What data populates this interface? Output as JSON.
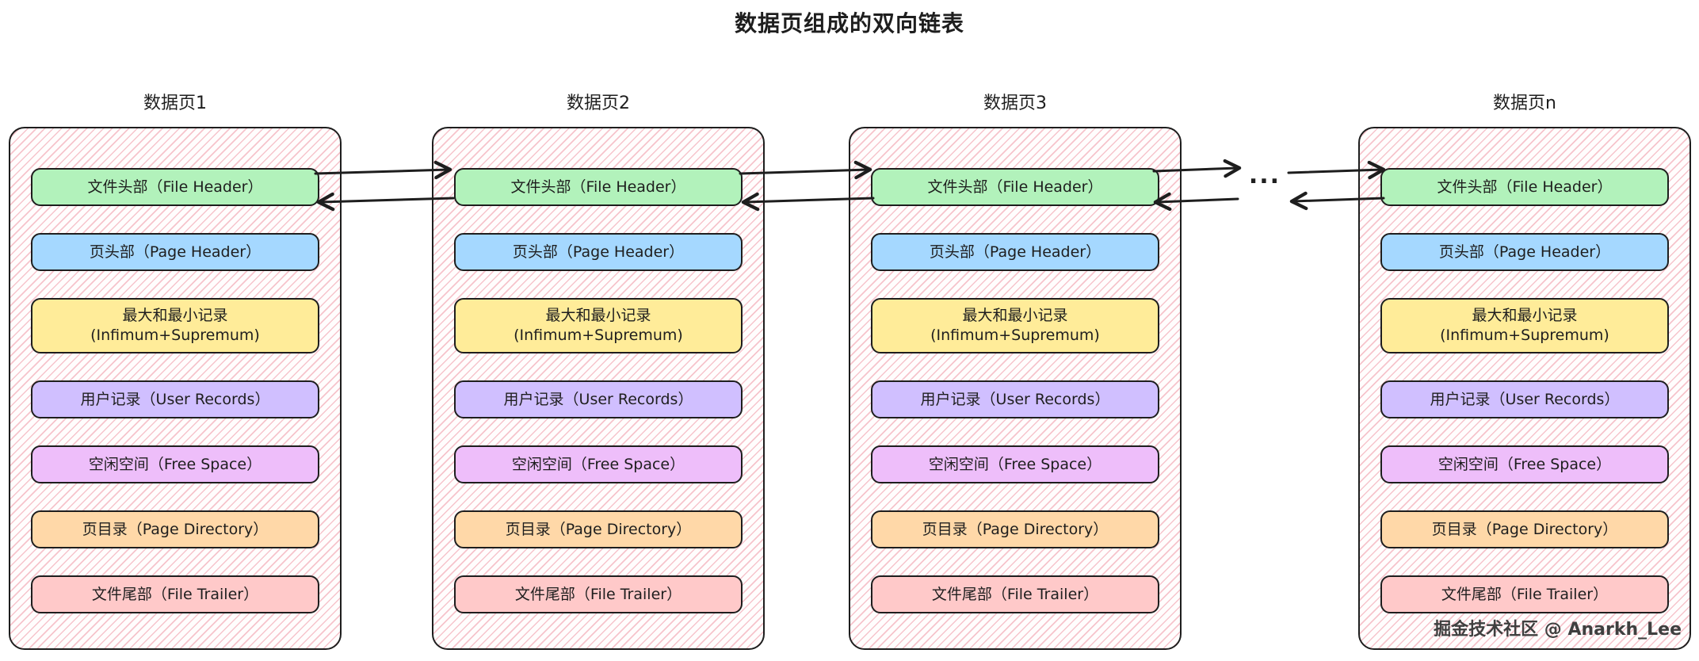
{
  "title": "数据页组成的双向链表",
  "ellipsis": "...",
  "watermark": "掘金技术社区 @ Anarkh_Lee",
  "colors": {
    "container_stroke": "#1e1e1e",
    "container_hatch": "#ee8c9b",
    "arrow": "#1e1e1e",
    "file_header": "#b2f2bb",
    "page_header": "#a5d8ff",
    "infimum_supremum": "#ffec99",
    "user_records": "#d0bfff",
    "free_space": "#eebefa",
    "page_directory": "#ffd8a8",
    "file_trailer": "#ffc9c9"
  },
  "rows": [
    {
      "name": "file-header",
      "text": "文件头部（File Header）",
      "color": "#b2f2bb"
    },
    {
      "name": "page-header",
      "text": "页头部（Page Header）",
      "color": "#a5d8ff"
    },
    {
      "name": "infimum-supremum",
      "text": "最大和最小记录\n(Infimum+Supremum)",
      "color": "#ffec99"
    },
    {
      "name": "user-records",
      "text": "用户记录（User Records）",
      "color": "#d0bfff"
    },
    {
      "name": "free-space",
      "text": "空闲空间（Free Space）",
      "color": "#eebefa"
    },
    {
      "name": "page-directory",
      "text": "页目录（Page Directory）",
      "color": "#ffd8a8"
    },
    {
      "name": "file-trailer",
      "text": "文件尾部（File Trailer）",
      "color": "#ffc9c9"
    }
  ],
  "pages": [
    {
      "label": "数据页1"
    },
    {
      "label": "数据页2"
    },
    {
      "label": "数据页3"
    },
    {
      "label": "数据页n"
    }
  ]
}
